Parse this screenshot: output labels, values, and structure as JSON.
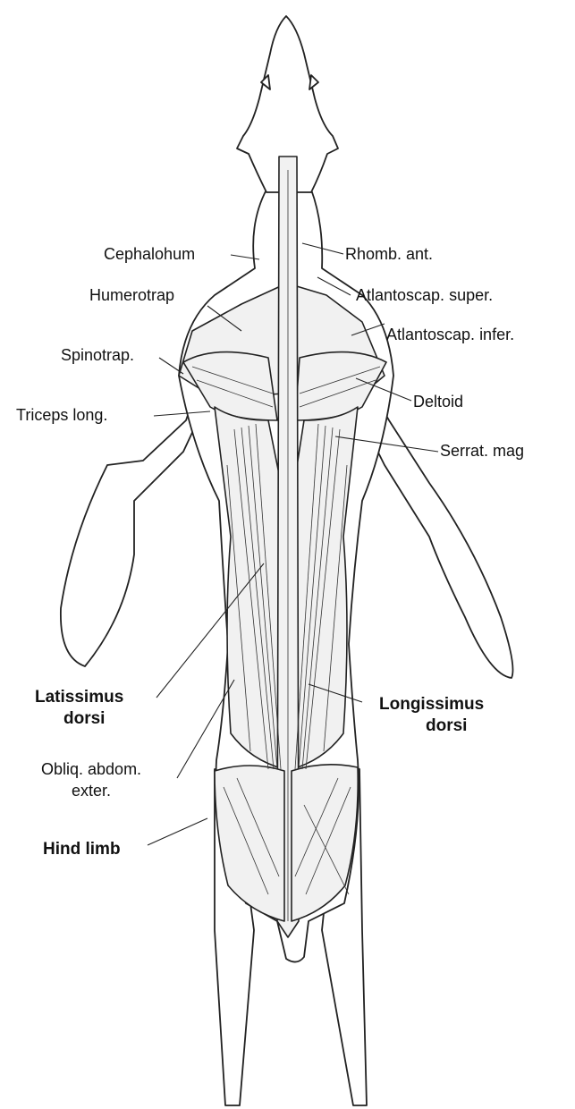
{
  "labels": {
    "cephalohum": "Cephalohum",
    "rhomb_ant": "Rhomb. ant.",
    "humerotrap": "Humerotrap",
    "atlantoscap_super": "Atlantoscap. super.",
    "atlantoscap_infer": "Atlantoscap. infer.",
    "spinotrap": "Spinotrap.",
    "deltoid": "Deltoid",
    "triceps_long": "Triceps long.",
    "serrat_mag": "Serrat. mag",
    "latissimus_line1": "Latissimus",
    "latissimus_line2": "dorsi",
    "longissimus_line1": "Longissimus",
    "longissimus_line2": "dorsi",
    "obliq_line1": "Obliq. abdom.",
    "obliq_line2": "exter.",
    "hind_limb": "Hind limb"
  },
  "colors": {
    "ink": "#222222",
    "paper": "#ffffff",
    "muscle_fill": "#f1f1f1"
  }
}
